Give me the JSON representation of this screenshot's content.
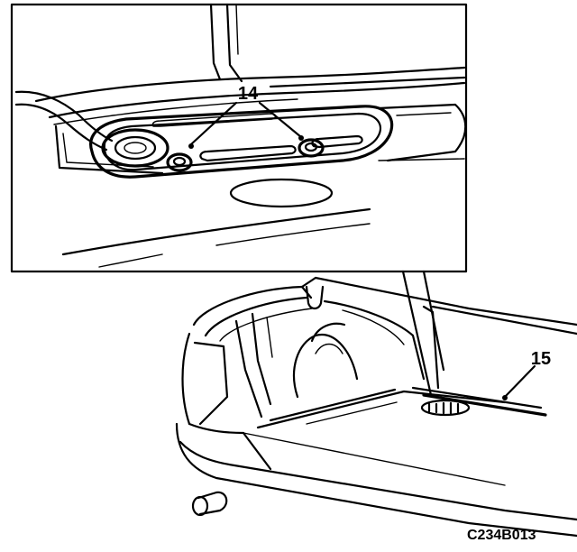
{
  "callouts": {
    "fasteners": "14",
    "trunk_panel": "15"
  },
  "figure_id": "C234B013"
}
